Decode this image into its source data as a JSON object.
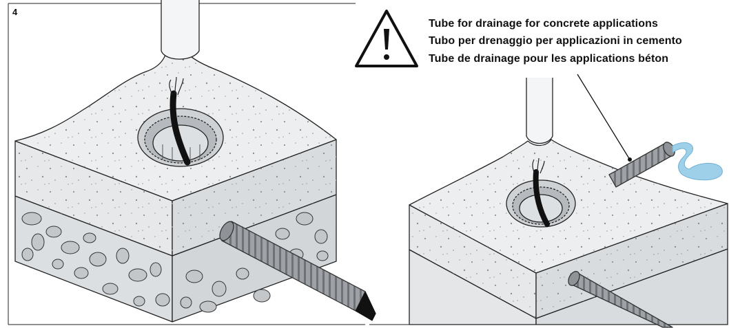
{
  "step": {
    "number": "4"
  },
  "captions": {
    "en": "Tube for drainage for concrete applications",
    "it": "Tubo per drenaggio per applicazioni in cemento",
    "fr": "Tube de drainage pour les applications béton"
  },
  "icons": {
    "warning": "warning-triangle-icon"
  },
  "colors": {
    "concrete": "#e4e6e7",
    "concrete_side": "#d2d5d7",
    "aggregate": "#b9bcbf",
    "water": "#9fd0ea",
    "line": "#222222"
  }
}
